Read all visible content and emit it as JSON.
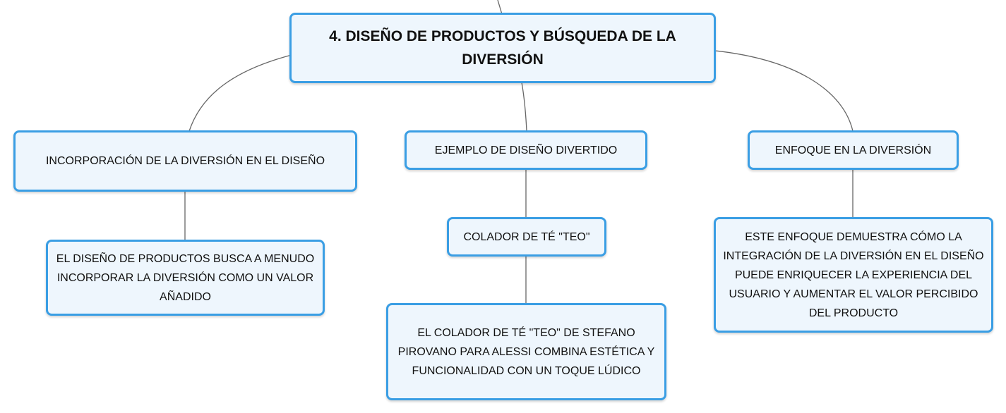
{
  "colors": {
    "border": "#3a9ee4",
    "fill": "#eef6fd",
    "connector": "#666666"
  },
  "nodes": {
    "root": "4. DISEÑO DE PRODUCTOS Y BÚSQUEDA DE LA DIVERSIÓN",
    "incorporacion": "INCORPORACIÓN DE LA DIVERSIÓN EN EL DISEÑO",
    "incorporacion_detail": "EL DISEÑO DE PRODUCTOS BUSCA A MENUDO INCORPORAR LA DIVERSIÓN COMO UN VALOR AÑADIDO",
    "ejemplo": "EJEMPLO DE DISEÑO DIVERTIDO",
    "colador": "COLADOR DE TÉ \"TEO\"",
    "colador_detail": "EL COLADOR DE TÉ \"TEO\" DE STEFANO PIROVANO PARA ALESSI COMBINA ESTÉTICA Y FUNCIONALIDAD CON UN TOQUE LÚDICO",
    "enfoque": "ENFOQUE EN LA DIVERSIÓN",
    "enfoque_detail": "ESTE ENFOQUE DEMUESTRA CÓMO LA INTEGRACIÓN DE LA DIVERSIÓN EN EL DISEÑO PUEDE ENRIQUECER LA EXPERIENCIA DEL USUARIO Y AUMENTAR EL VALOR PERCIBIDO DEL PRODUCTO"
  }
}
